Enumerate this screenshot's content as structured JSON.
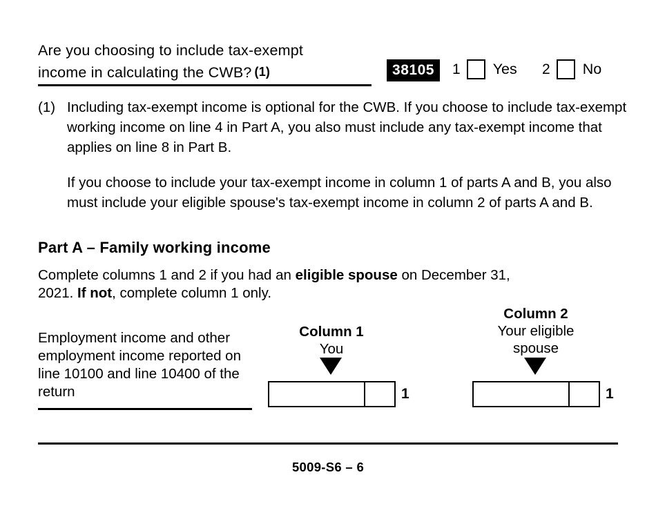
{
  "form": {
    "footer_id": "5009-S6 – 6"
  },
  "question": {
    "line1": "Are you choosing to include tax-exempt",
    "line2": "income in calculating the CWB?",
    "note_ref": "(1)",
    "code": "38105",
    "options": [
      {
        "number": "1",
        "label": "Yes"
      },
      {
        "number": "2",
        "label": "No"
      }
    ]
  },
  "footnote": {
    "marker": "(1)",
    "paragraph1": "Including tax-exempt income is optional for the CWB. If you choose to include tax-exempt working income on line 4 in Part A, you also must include any tax-exempt income that applies on line 8 in Part B.",
    "paragraph2": "If you choose to include your tax-exempt income in column 1 of parts A and B, you also must include your eligible spouse's tax-exempt income in column 2 of parts A and B."
  },
  "part_a": {
    "heading": "Part A – Family working income",
    "intro_pre": "Complete columns 1 and 2 if you had an ",
    "intro_bold1": "eligible spouse",
    "intro_mid": " on December 31, 2021. ",
    "intro_bold2": "If not",
    "intro_post": ", complete column 1 only.",
    "columns": [
      {
        "title": "Column 1",
        "subtitle": "You"
      },
      {
        "title": "Column 2",
        "subtitle": "Your eligible spouse"
      }
    ],
    "rows": [
      {
        "label": "Employment income and other employment income reported on line 10100 and line 10400 of the return",
        "line_number_col1": "1",
        "line_number_col2": "1",
        "value_col1": "",
        "value_col2": "",
        "cents_col1": "",
        "cents_col2": ""
      }
    ]
  }
}
